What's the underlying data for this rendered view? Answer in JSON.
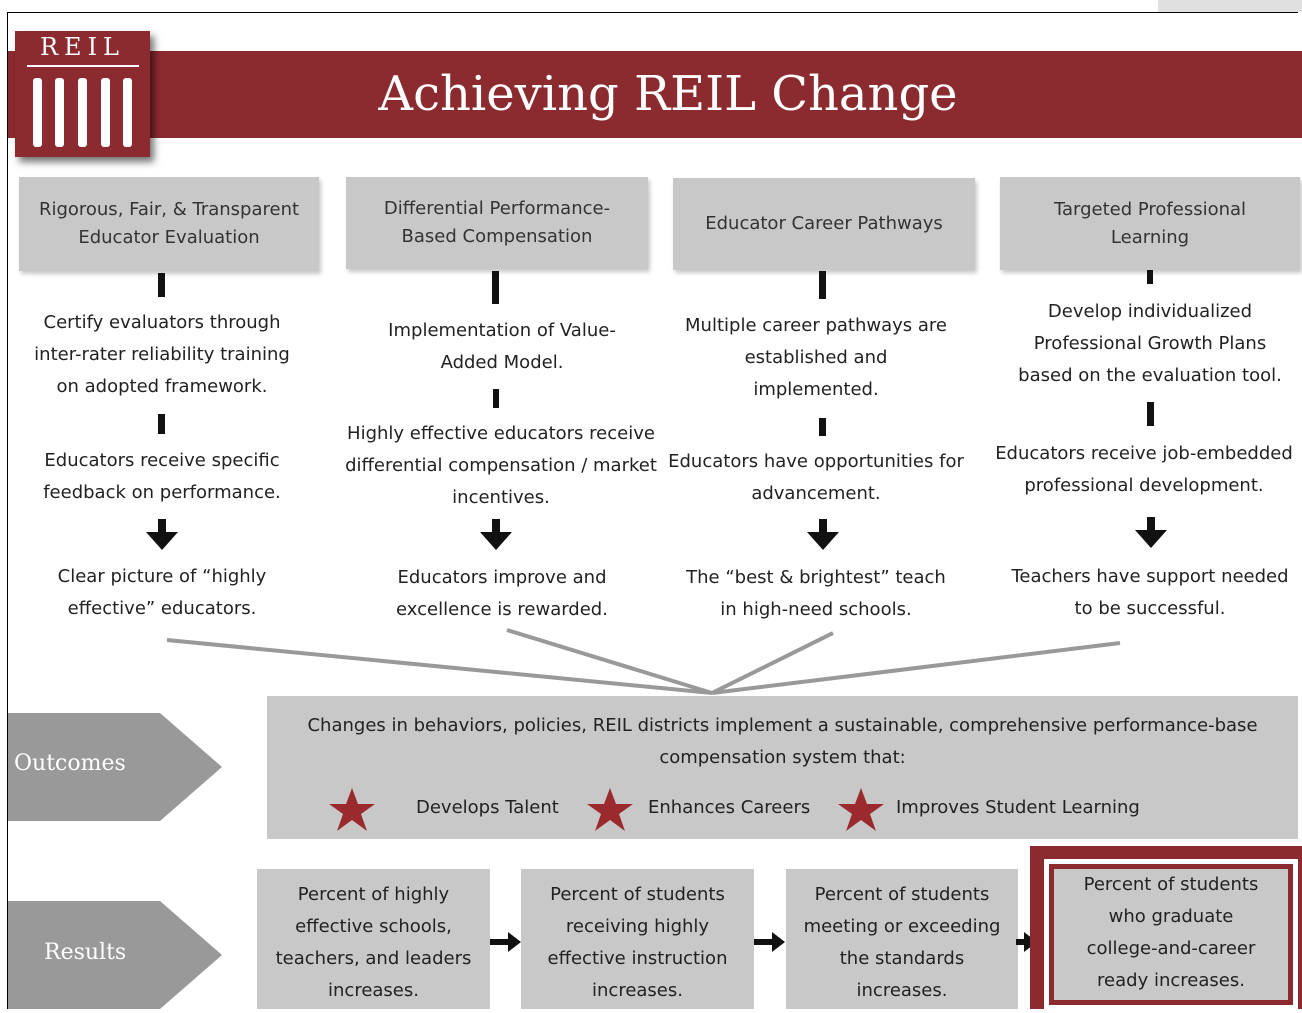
{
  "title": "Achieving REIL Change",
  "logo_text": "REIL",
  "columns": [
    {
      "header": "Rigorous, Fair, & Transparent Educator Evaluation",
      "step1": "Certify evaluators through inter-rater reliability training on adopted framework.",
      "step2": "Educators receive specific feedback on performance.",
      "result": "Clear picture of “highly effective” educators."
    },
    {
      "header": "Differential Performance-Based Compensation",
      "step1": "Implementation of Value-Added Model.",
      "step2": "Highly effective educators receive differential compensation / market incentives.",
      "result": "Educators improve and excellence is rewarded."
    },
    {
      "header": "Educator Career Pathways",
      "step1": "Multiple career pathways are established and implemented.",
      "step2": "Educators have opportunities for advancement.",
      "result": "The “best & brightest” teach in high-need schools."
    },
    {
      "header": "Targeted Professional Learning",
      "step1": "Develop individualized Professional Growth Plans based on the evaluation tool.",
      "step2": "Educators receive job-embedded professional development.",
      "result": "Teachers have support needed to be successful."
    }
  ],
  "outcomes": {
    "label": "Outcomes",
    "text": "Changes in behaviors, policies, REIL districts implement a sustainable, comprehensive performance-base compensation system that:",
    "items": [
      "Develops Talent",
      "Enhances Careers",
      "Improves Student Learning"
    ]
  },
  "results": {
    "label": "Results",
    "items": [
      "Percent of highly effective schools, teachers, and leaders increases.",
      "Percent of students receiving highly effective instruction increases.",
      "Percent of students meeting or exceeding the standards increases.",
      "Percent of students who graduate college-and-career ready increases."
    ]
  },
  "colors": {
    "brand_red": "#8b2b30",
    "box_gray": "#c8c8c8",
    "arrow_gray": "#999999",
    "star_red": "#9a2a2e"
  }
}
